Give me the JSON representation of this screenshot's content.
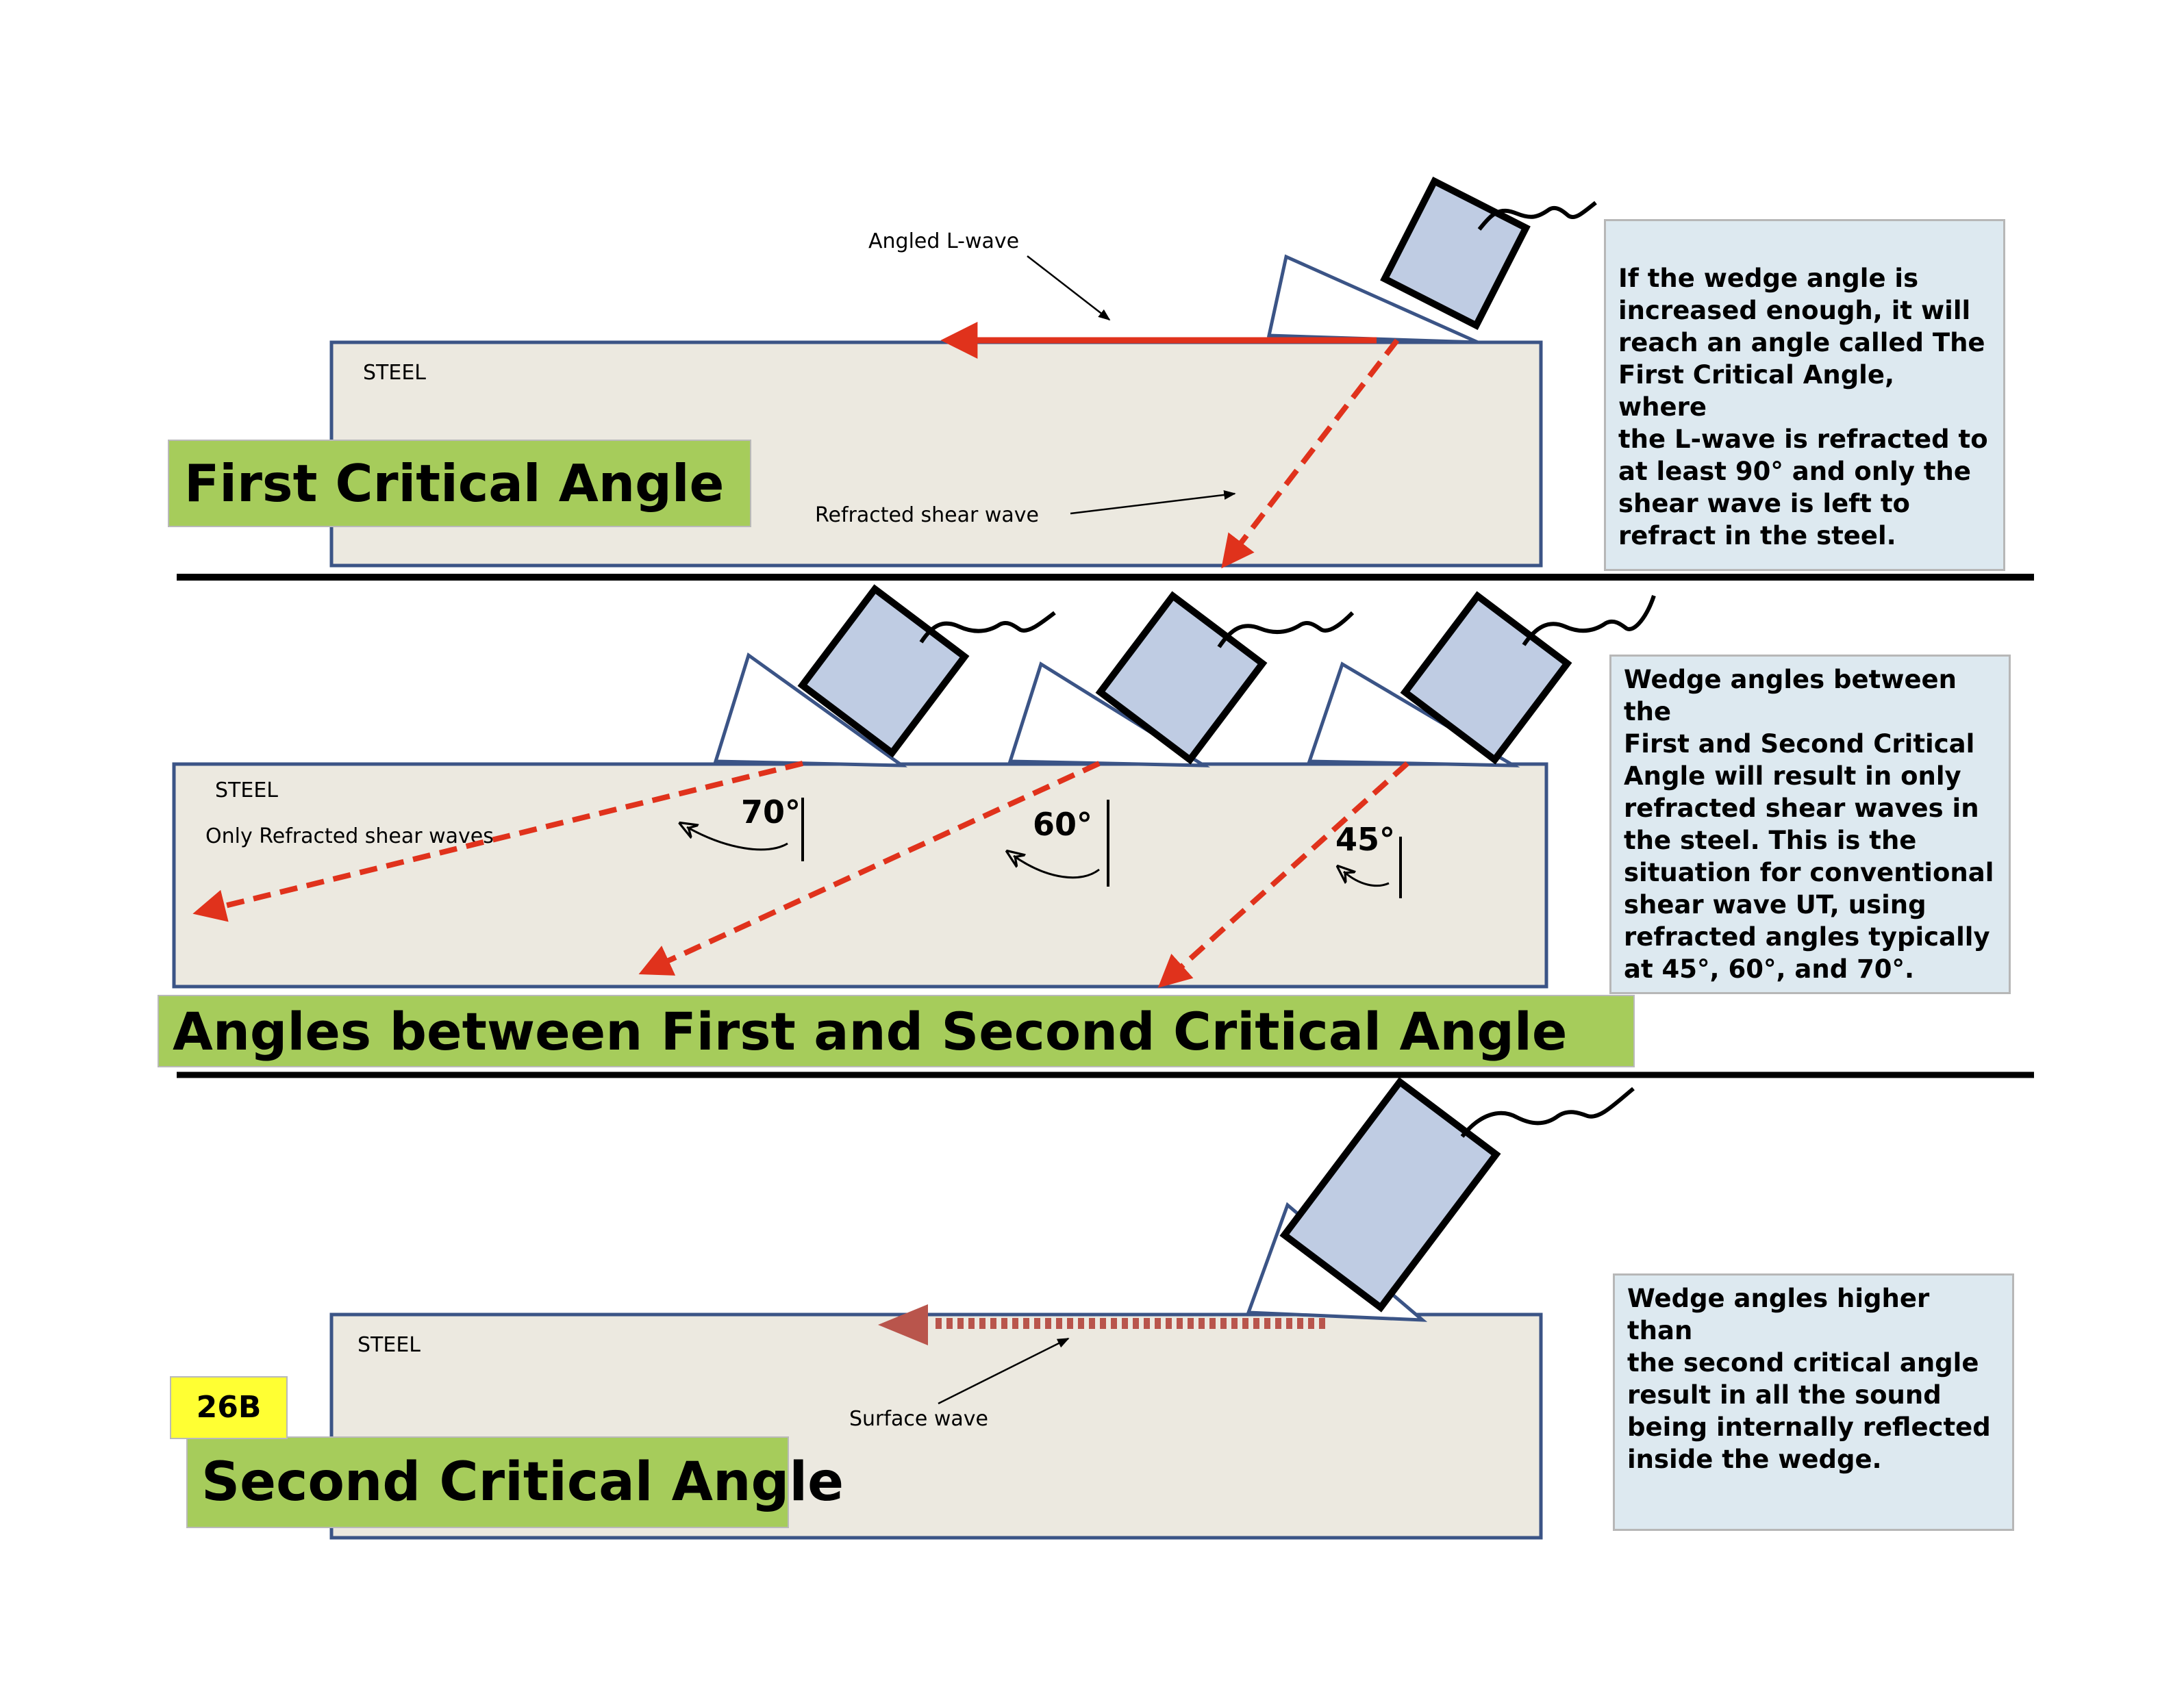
{
  "colors": {
    "steel_fill": "#ece9e0",
    "steel_border": "#3b5486",
    "wave_red": "#e0321c",
    "surface_wave": "#b9554c",
    "transducer_fill": "#bfcce3",
    "banner_green": "#a6cc5b",
    "note_box_fill": "#dde9f0",
    "tag_yellow": "#ffff33"
  },
  "panel1": {
    "steel_label": "STEEL",
    "l_wave_label": "Angled L-wave",
    "shear_label": "Refracted shear wave",
    "banner": "First Critical Angle",
    "note": "If the wedge angle is\nincreased enough, it will\nreach an angle called The\nFirst Critical Angle, where\nthe L-wave is refracted to\nat least 90° and only the\nshear wave is left to\nrefract in the steel."
  },
  "panel2": {
    "steel_label": "STEEL",
    "shear_label": "Only Refracted shear waves",
    "angles": [
      "70°",
      "60°",
      "45°"
    ],
    "banner": "Angles between First and Second Critical Angle",
    "note": "Wedge angles between the\nFirst and Second Critical\nAngle will result in only\nrefracted shear waves in\nthe steel.  This is the\nsituation for conventional\nshear wave UT, using\nrefracted angles typically\nat 45°, 60°, and 70°."
  },
  "panel3": {
    "steel_label": "STEEL",
    "surface_label": "Surface wave",
    "page_tag": "26B",
    "banner": "Second Critical Angle",
    "note": "Wedge angles higher than\nthe second critical angle\nresult in all the sound\nbeing internally reflected\ninside the wedge."
  }
}
